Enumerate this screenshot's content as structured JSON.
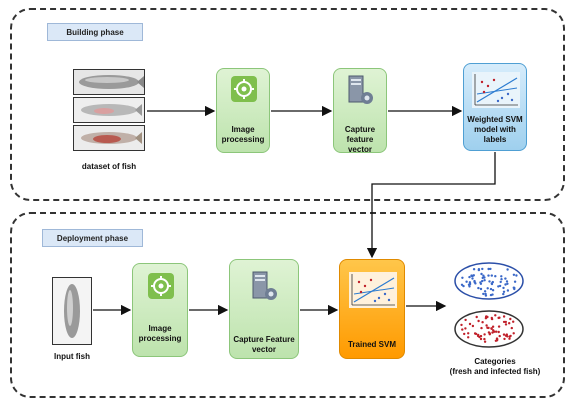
{
  "building": {
    "phase_label": "Building phase",
    "dataset_label": "dataset of fish",
    "image_processing_label": "Image processing",
    "capture_label": "Capture feature vector",
    "svm_label": "Weighted SVM model with labels"
  },
  "deployment": {
    "phase_label": "Deployment phase",
    "input_label": "Input fish",
    "image_processing_label": "Image processing",
    "capture_label": "Capture Feature vector",
    "svm_label": "Trained SVM",
    "categories_label": "Categories",
    "categories_sub": "(fresh and infected fish)"
  },
  "colors": {
    "green_box": "#bde3ad",
    "blue_box": "#9fd0ee",
    "orange_box": "#ff9a00",
    "fresh_dots": "#3a68c8",
    "infected_dots": "#c0202a"
  },
  "icons": {
    "image_processing": "gear-brain-icon",
    "capture": "server-gear-icon",
    "svm": "scatter-plot-icon"
  }
}
